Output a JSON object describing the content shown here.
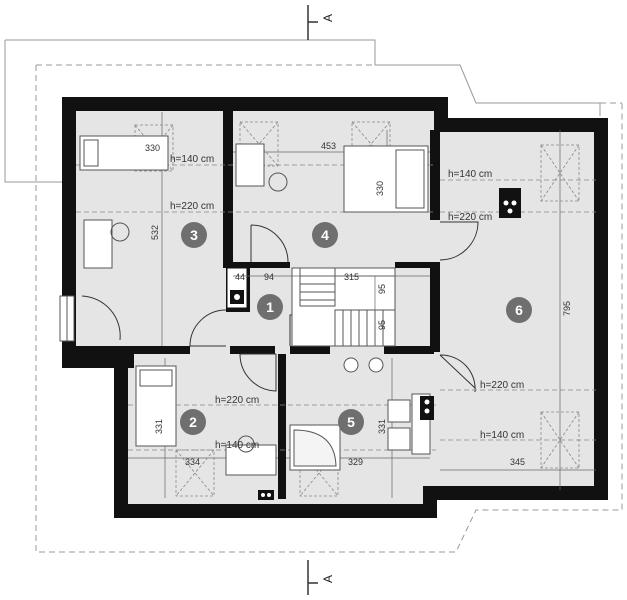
{
  "section_marker": "A",
  "rooms": [
    {
      "number": "1"
    },
    {
      "number": "2"
    },
    {
      "number": "3"
    },
    {
      "number": "4"
    },
    {
      "number": "5"
    },
    {
      "number": "6"
    }
  ],
  "height_labels": {
    "r3_h140": "h=140 cm",
    "r3_h220": "h=220 cm",
    "r6_h140_top": "h=140 cm",
    "r6_h220_top": "h=220 cm",
    "r6_h220_bottom": "h=220 cm",
    "r6_h140_bottom": "h=140 cm",
    "r2_h220": "h=220 cm",
    "r2_h140": "h=140 cm"
  },
  "dimensions": {
    "d330_r3": "330",
    "d532": "532",
    "d453": "453",
    "d330_r4": "330",
    "d44": "44",
    "d94": "94",
    "d315": "315",
    "d95_top": "95",
    "d95_bottom": "95",
    "d795": "795",
    "d331_r2": "331",
    "d334": "334",
    "d331_r5": "331",
    "d329": "329",
    "d345": "345"
  }
}
